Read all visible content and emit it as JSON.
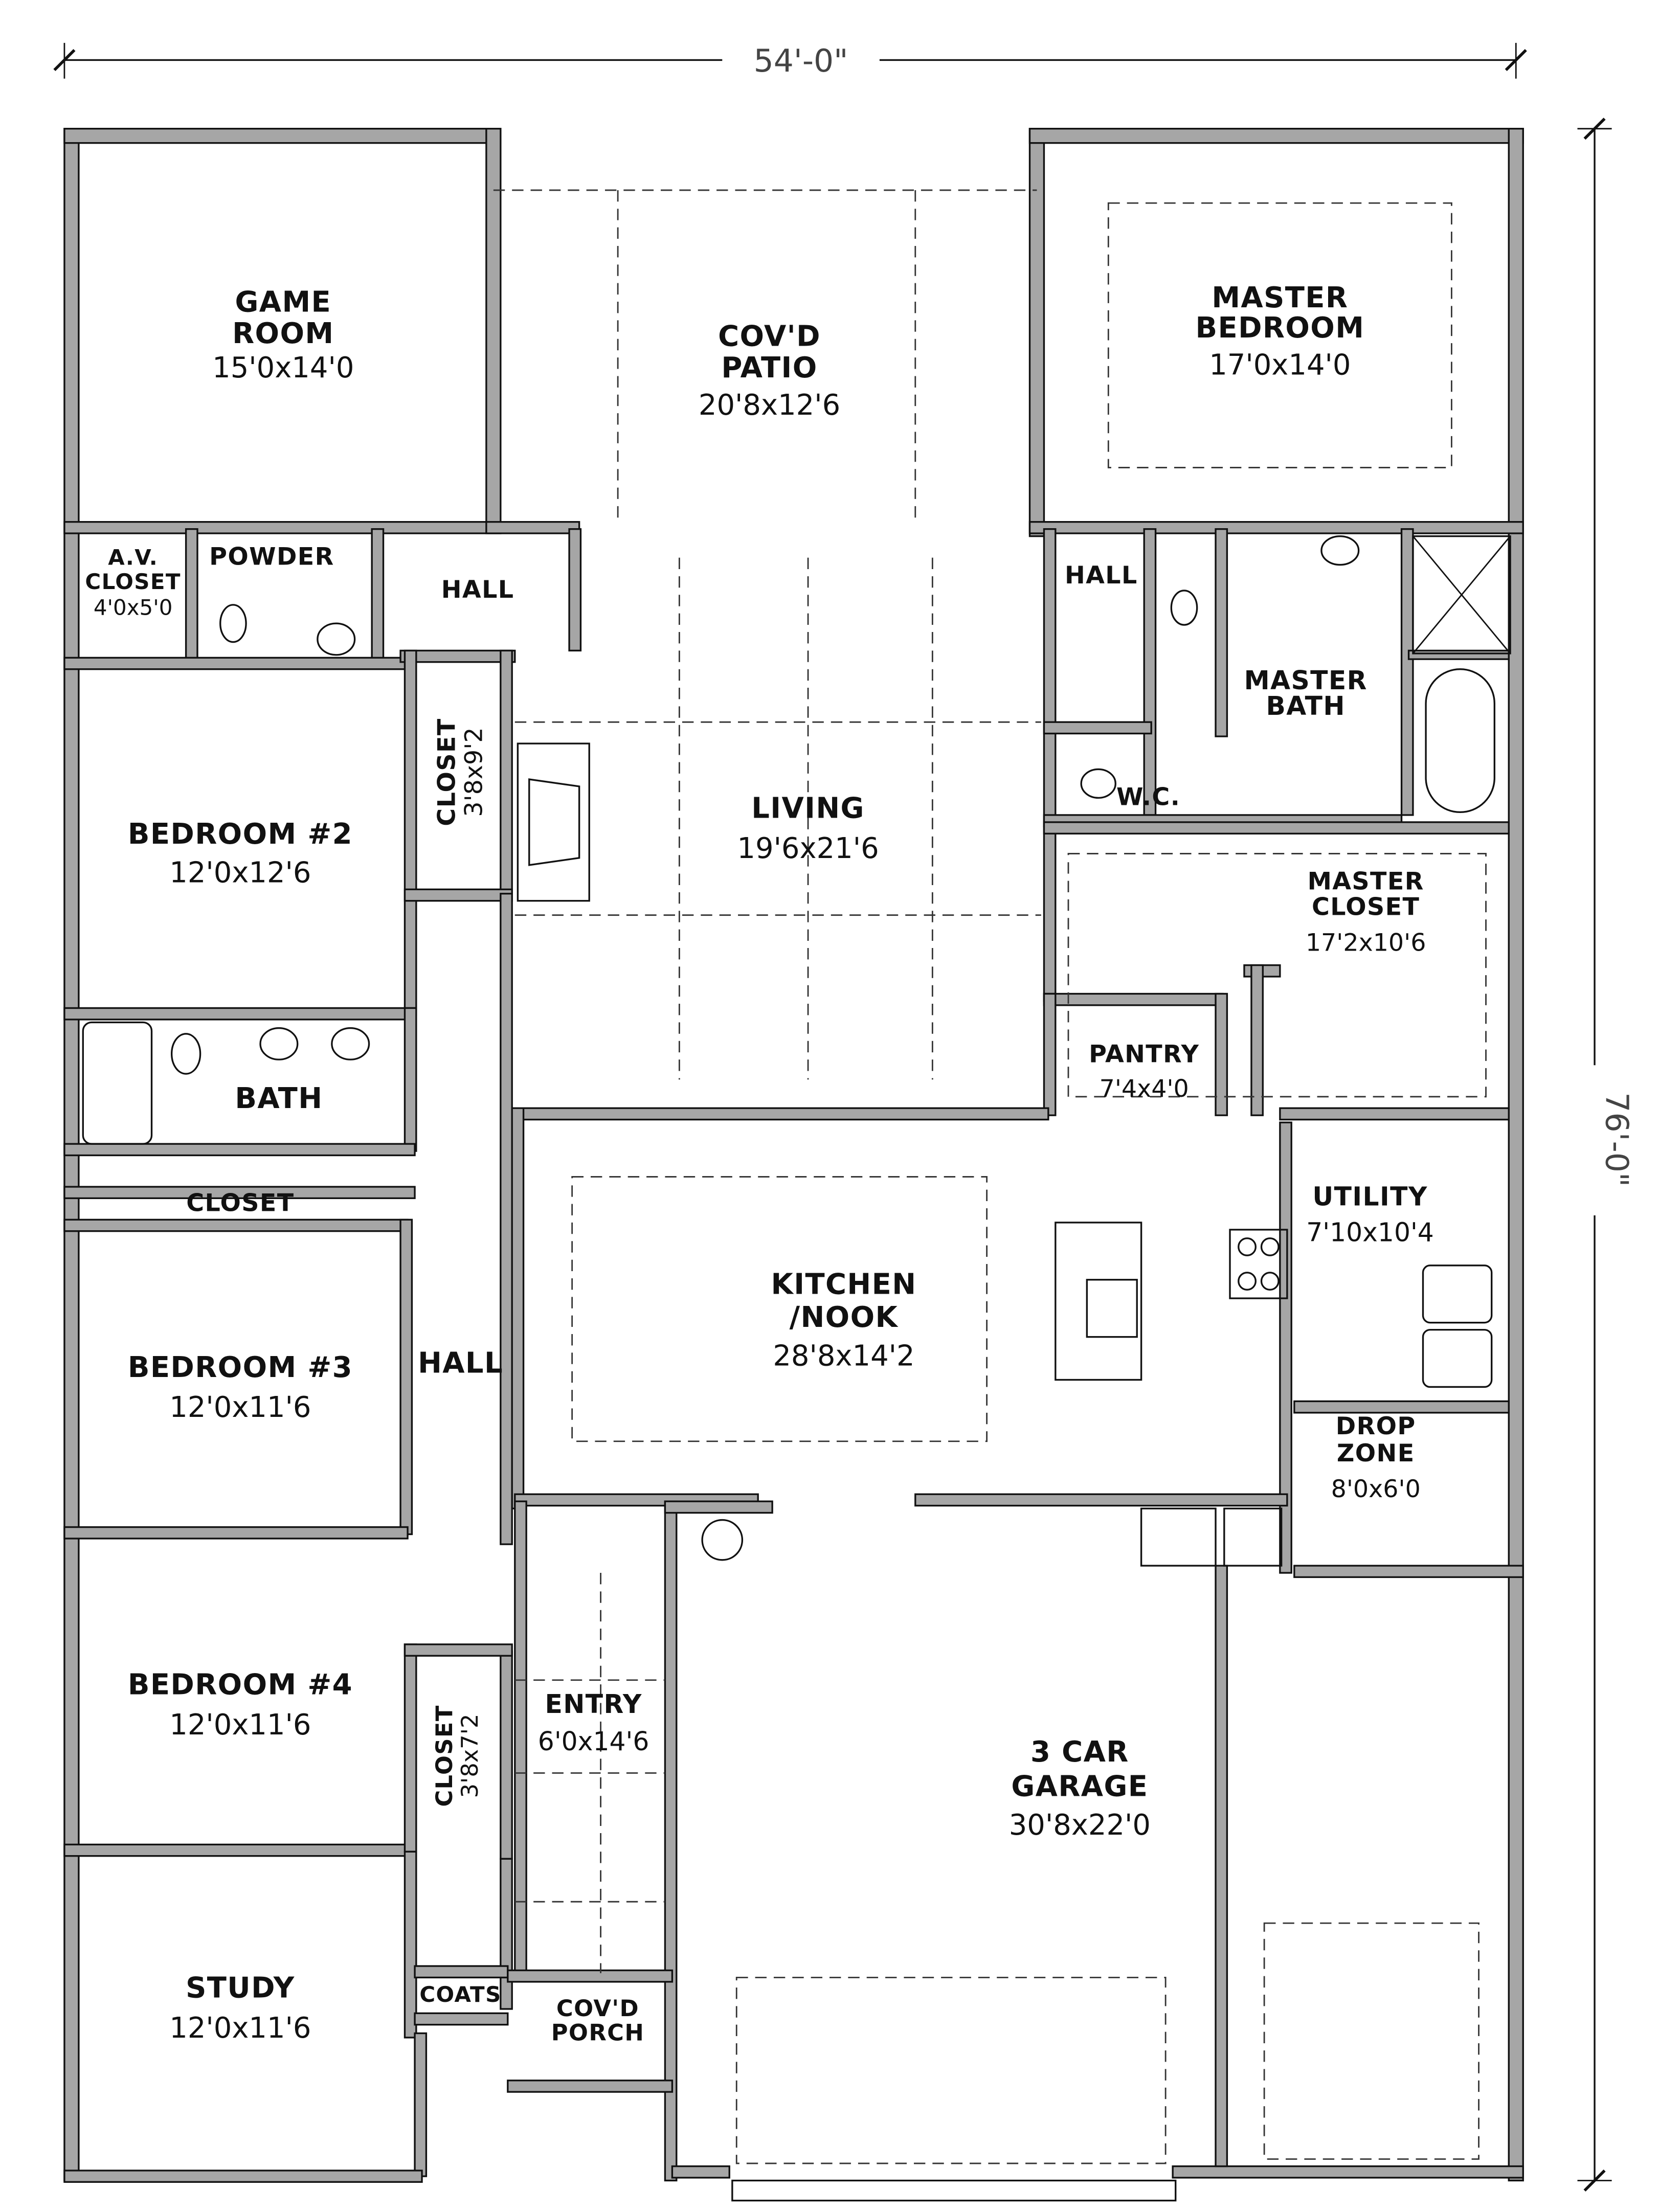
{
  "dimensions": {
    "width": "54'-0\"",
    "depth": "76'-0\""
  },
  "rooms": {
    "game_room": {
      "line1": "GAME",
      "line2": "ROOM",
      "size": "15'0x14'0"
    },
    "patio": {
      "line1": "COV'D",
      "line2": "PATIO",
      "size": "20'8x12'6"
    },
    "master_bedroom": {
      "line1": "MASTER",
      "line2": "BEDROOM",
      "size": "17'0x14'0"
    },
    "av_closet": {
      "line1": "A.V.",
      "line2": "CLOSET",
      "size": "4'0x5'0"
    },
    "powder": {
      "line1": "POWDER"
    },
    "hall_upper": {
      "line1": "HALL"
    },
    "hall_master": {
      "line1": "HALL"
    },
    "master_bath": {
      "line1": "MASTER",
      "line2": "BATH"
    },
    "wc": {
      "line1": "W.C."
    },
    "closet_bed2": {
      "line1": "CLOSET",
      "size": "3'8x9'2"
    },
    "bedroom2": {
      "line1": "BEDROOM #2",
      "size": "12'0x12'6"
    },
    "living": {
      "line1": "LIVING",
      "size": "19'6x21'6"
    },
    "master_closet": {
      "line1": "MASTER",
      "line2": "CLOSET",
      "size": "17'2x10'6"
    },
    "pantry": {
      "line1": "PANTRY",
      "size": "7'4x4'0"
    },
    "bath": {
      "line1": "BATH"
    },
    "closet_hall": {
      "line1": "CLOSET"
    },
    "utility": {
      "line1": "UTILITY",
      "size": "7'10x10'4"
    },
    "kitchen": {
      "line1": "KITCHEN",
      "line2": "/NOOK",
      "size": "28'8x14'2"
    },
    "bedroom3": {
      "line1": "BEDROOM #3",
      "size": "12'0x11'6"
    },
    "hall_bedrooms": {
      "line1": "HALL"
    },
    "drop_zone": {
      "line1": "DROP",
      "line2": "ZONE",
      "size": "8'0x6'0"
    },
    "bedroom4": {
      "line1": "BEDROOM #4",
      "size": "12'0x11'6"
    },
    "entry": {
      "line1": "ENTRY",
      "size": "6'0x14'6"
    },
    "closet_bed4": {
      "line1": "CLOSET",
      "size": "3'8x7'2"
    },
    "garage": {
      "line1": "3 CAR",
      "line2": "GARAGE",
      "size": "30'8x22'0"
    },
    "study": {
      "line1": "STUDY",
      "size": "12'0x11'6"
    },
    "coats": {
      "line1": "COATS"
    },
    "porch": {
      "line1": "COV'D",
      "line2": "PORCH"
    }
  }
}
